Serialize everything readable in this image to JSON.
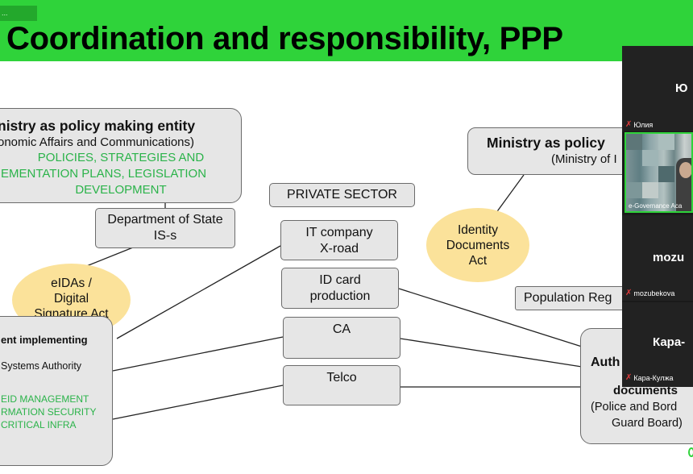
{
  "header": {
    "tab_label": "...",
    "title": "Coordination and responsibility, PPP"
  },
  "diagram": {
    "ministry_left": {
      "title": "nistry as policy making entity",
      "subtitle": "onomic Affairs and Communications)",
      "green_lines": [
        "POLICIES, STRATEGIES AND",
        "EMENTATION PLANS, LEGISLATION",
        "DEVELOPMENT"
      ]
    },
    "department_box": [
      "Department of State",
      "IS-s"
    ],
    "eidas_circle": [
      "eIDAs /",
      "Digital",
      "Signature Act"
    ],
    "implementing_box": {
      "title": "ent implementing",
      "subtitle": "Systems Authority",
      "green_lines": [
        "EID MANAGEMENT",
        "RMATION SECURITY",
        "CRITICAL INFRA"
      ]
    },
    "private_sector_label": "PRIVATE SECTOR",
    "it_company_box": [
      "IT company",
      "X-road"
    ],
    "id_card_box": [
      "ID card",
      "production"
    ],
    "ca_box": [
      "CA"
    ],
    "telco_box": [
      "Telco"
    ],
    "identity_circle": [
      "Identity",
      "Documents",
      "Act"
    ],
    "ministry_right": {
      "title": "Ministry as policy",
      "subtitle": "(Ministry of I"
    },
    "population_box": "Population Reg",
    "authority_box": {
      "title": "Auth",
      "line2": "documents",
      "line3": "(Police and Bord",
      "line4": "Guard Board)"
    }
  },
  "participants": {
    "tile1": {
      "name": "Ю",
      "label": "Юлия"
    },
    "video": {
      "label": "e-Governance Aca"
    },
    "tile2": {
      "name": "mozu",
      "label": "mozubekova"
    },
    "tile3": {
      "name": "Кара-",
      "label": "Кара-Кулжа"
    }
  },
  "colors": {
    "header_green": "#2fd33a",
    "box_fill": "#e6e6e6",
    "circle_fill": "#fbe29a",
    "green_text": "#2bb34a"
  },
  "icons": [
    "muted-mic-icon"
  ]
}
